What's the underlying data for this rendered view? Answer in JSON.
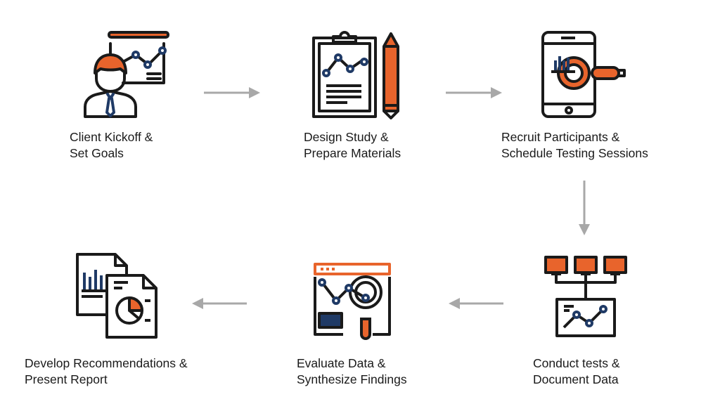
{
  "colors": {
    "orange": "#E8642C",
    "navy": "#1F3A66",
    "ink": "#1a1a1a",
    "arrow": "#A8A8A8"
  },
  "steps": [
    {
      "icon": "presenter-chart-icon",
      "line1": "Client Kickoff &",
      "line2": "Set Goals"
    },
    {
      "icon": "clipboard-pencil-icon",
      "line1": "Design Study &",
      "line2": "Prepare Materials"
    },
    {
      "icon": "phone-magnifier-icon",
      "line1": "Recruit Participants &",
      "line2": "Schedule Testing Sessions"
    },
    {
      "icon": "network-monitors-icon",
      "line1": "Conduct tests &",
      "line2": "Document Data"
    },
    {
      "icon": "browser-analytics-icon",
      "line1": "Evaluate Data &",
      "line2": "Synthesize Findings"
    },
    {
      "icon": "report-documents-icon",
      "line1": "Develop Recommendations &",
      "line2": "Present Report"
    }
  ]
}
